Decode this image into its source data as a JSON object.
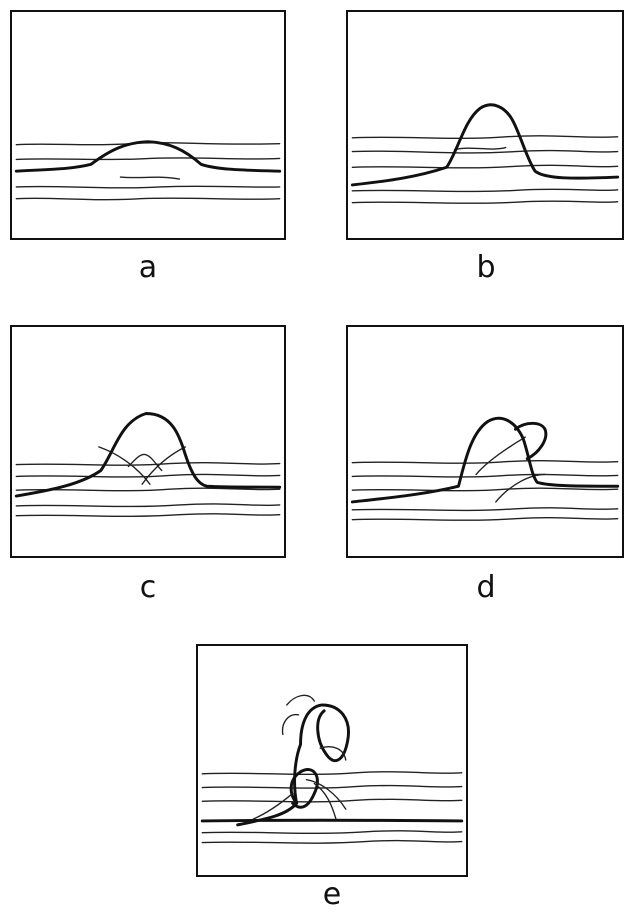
{
  "panels": [
    {
      "id": "a",
      "label": "a"
    },
    {
      "id": "b",
      "label": "b"
    },
    {
      "id": "c",
      "label": "c"
    },
    {
      "id": "d",
      "label": "d"
    },
    {
      "id": "e",
      "label": "e"
    }
  ],
  "colors": {
    "ink": "#111111",
    "background": "#ffffff"
  }
}
